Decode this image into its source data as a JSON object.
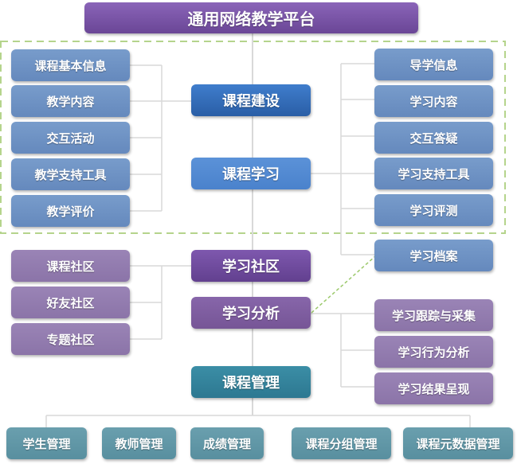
{
  "title": "通用网络教学平台",
  "colors": {
    "course_construction": "#2f67b4",
    "course_learning": "#5089d3",
    "blue_leaf": "#6d91c4",
    "community": "#6f4c9f",
    "analysis": "#7d5ca2",
    "purple_leaf": "#917bad",
    "management": "#33849d",
    "teal_leaf": "#5f96a6",
    "dashed_border": "#b5d48c",
    "connector": "#d9d9d9"
  },
  "main_nodes": {
    "course_construction": "课程建设",
    "course_learning": "课程学习",
    "learning_community": "学习社区",
    "learning_analysis": "学习分析",
    "course_management": "课程管理"
  },
  "construction_items": [
    "课程基本信息",
    "教学内容",
    "交互活动",
    "教学支持工具",
    "教学评价"
  ],
  "learning_items": [
    "导学信息",
    "学习内容",
    "交互答疑",
    "学习支持工具",
    "学习评测",
    "学习档案"
  ],
  "community_items": [
    "课程社区",
    "好友社区",
    "专题社区"
  ],
  "analysis_items": [
    "学习跟踪与采集",
    "学习行为分析",
    "学习结果呈现"
  ],
  "management_items": [
    "学生管理",
    "教师管理",
    "成绩管理",
    "课程分组管理",
    "课程元数据管理"
  ]
}
